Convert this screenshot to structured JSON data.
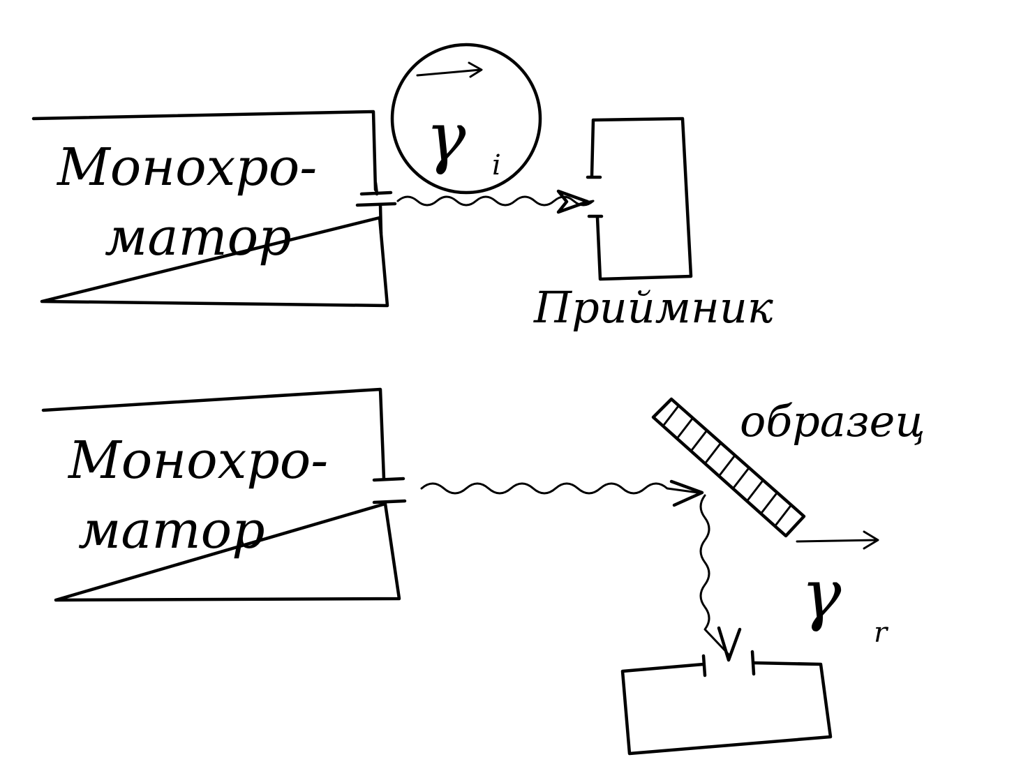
{
  "top_setup": {
    "monochromator_line1": "Монохро-",
    "monochromator_line2": "матор",
    "receiver_label": "Приймник",
    "photon_symbol": "γ",
    "photon_subscript": "i"
  },
  "bottom_setup": {
    "monochromator_line1": "Монохро-",
    "monochromator_line2": "матор",
    "sample_label": "образец",
    "photon_symbol": "γ",
    "photon_subscript": "r"
  }
}
